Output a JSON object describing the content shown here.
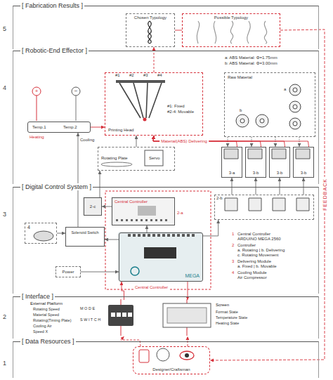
{
  "diagram": {
    "nodes": [
      {
        "text": [
          "[ Fabrication Results ]"
        ]
      },
      {
        "text": [
          "[ Robotic-End Effector ]"
        ]
      },
      {
        "text": [
          "[ Digital Control System ]"
        ]
      },
      {
        "text": [
          "[ Interface ]"
        ]
      },
      {
        "text": [
          "[ Data Resources ]"
        ]
      },
      {
        "text": [
          "Chosen Typology"
        ],
        "in": 0
      },
      {
        "text": [
          "Possible Typology"
        ],
        "in": 0
      },
      {
        "text": [
          "Printing Head"
        ],
        "in": 1
      },
      {
        "text": [
          "Raw Material"
        ],
        "in": 1
      },
      {
        "text": [
          "Rotating Plate",
          "Servo"
        ],
        "in": 1
      },
      {
        "text": [
          "Temp.1",
          "Temp.2"
        ],
        "in": 1
      },
      {
        "text": [
          "3-a"
        ],
        "in": 1
      },
      {
        "text": [
          "3-b"
        ],
        "in": 1
      },
      {
        "text": [
          "3-b"
        ],
        "in": 1
      },
      {
        "text": [
          "3-b"
        ],
        "in": 1
      },
      {
        "text": [
          "Central Controller"
        ],
        "in": 2
      },
      {
        "text": [
          "2-c"
        ],
        "in": 2
      },
      {
        "text": [
          "2-b"
        ],
        "in": 2
      },
      {
        "text": [
          "4"
        ],
        "in": 2
      },
      {
        "text": [
          "Solenoid Switch"
        ],
        "in": 2
      },
      {
        "text": [
          "MEGA"
        ],
        "in": 2
      },
      {
        "text": [
          "Power"
        ],
        "in": 2
      },
      {
        "text": [
          "External Platform",
          "Rotating Speed",
          "Material Speed",
          "Rotating(Timing Plate)",
          "Cooling Air",
          "Speed X"
        ],
        "in": 3
      },
      {
        "text": [
          "Screen",
          "Format State",
          "Temperature State",
          "Heating State"
        ],
        "in": 3
      },
      {
        "text": [
          "Designer/Craftsman"
        ],
        "in": 4
      }
    ],
    "edges": [
      {
        "from": 24,
        "to": 22,
        "arrow": "to"
      },
      {
        "from": 24,
        "to": 23,
        "arrow": "to"
      },
      {
        "from": 22,
        "to": 20,
        "arrow": "to"
      },
      {
        "from": 20,
        "to": 23,
        "arrow": "to"
      },
      {
        "from": 20,
        "to": 15,
        "arrow": "to"
      },
      {
        "from": 15,
        "to": 16,
        "arrow": "to"
      },
      {
        "from": 20,
        "to": 17,
        "arrow": "to"
      },
      {
        "from": 16,
        "to": 9,
        "arrow": "to"
      },
      {
        "from": 17,
        "to": 11,
        "arrow": "to"
      },
      {
        "from": 17,
        "to": 12,
        "arrow": "to"
      },
      {
        "from": 17,
        "to": 13,
        "arrow": "to"
      },
      {
        "from": 17,
        "to": 14,
        "arrow": "to"
      },
      {
        "from": 8,
        "to": 11,
        "arrow": "to"
      },
      {
        "from": 8,
        "to": 12,
        "arrow": "to"
      },
      {
        "from": 8,
        "to": 13,
        "arrow": "to"
      },
      {
        "from": 8,
        "to": 14,
        "arrow": "to"
      },
      {
        "from": 11,
        "to": 7,
        "arrow": "to"
      },
      {
        "from": 12,
        "to": 7,
        "arrow": "to"
      },
      {
        "from": 13,
        "to": 7,
        "arrow": "to"
      },
      {
        "from": 14,
        "to": 7,
        "label": "Material(ABS) Delivering",
        "arrow": "to"
      },
      {
        "from": 9,
        "to": 7,
        "arrow": "to"
      },
      {
        "from": 10,
        "to": 7,
        "arrow": "to"
      },
      {
        "from": 18,
        "to": 19,
        "arrow": "to"
      },
      {
        "from": 19,
        "to": 10,
        "arrow": "to"
      },
      {
        "from": 21,
        "to": 20,
        "arrow": "to"
      },
      {
        "from": 20,
        "to": 19,
        "arrow": "to"
      },
      {
        "from": 7,
        "to": 5,
        "arrow": "to"
      },
      {
        "from": 5,
        "to": 6,
        "arrow": "none"
      },
      {
        "from": 6,
        "to": 24,
        "label": "FEEDBACK",
        "arrow": "to"
      }
    ],
    "labels": [
      "5",
      "4",
      "3",
      "2",
      "1",
      "a: ABS Material: Φ=1.75mm",
      "b: ABS Material: Φ=3.00mm",
      "a",
      "b",
      "+",
      "−",
      "Heating",
      "Cooling",
      "#1",
      "#2",
      "#3",
      "#4",
      "#1: Fixed",
      "#2-4: Movable",
      "2-a",
      "M O D E",
      "S W I T C H",
      "1",
      "Central Controller",
      "ARDUINO MEGA 2560",
      "2",
      "Controller",
      "a. Rotating | b. Delivering",
      "c. Rotating Movement",
      "3",
      "Delivering Module",
      "a. Fixed | b. Movable",
      "4",
      "Cooling Module",
      "Air Compressor",
      "Central Controller"
    ]
  }
}
